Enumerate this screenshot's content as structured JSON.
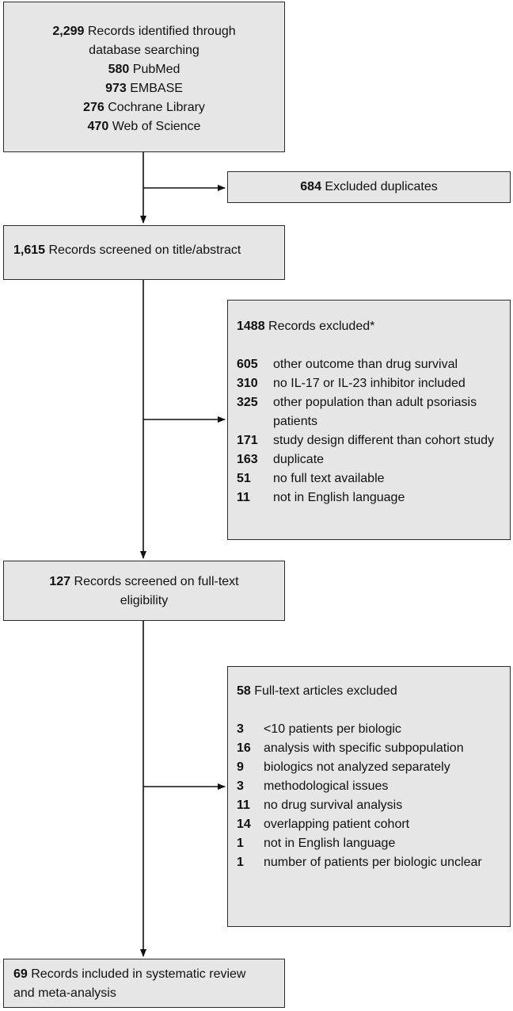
{
  "identification": {
    "count": "2,299",
    "text1": "Records identified through",
    "text2": "database searching",
    "sources": [
      {
        "count": "580",
        "name": "PubMed"
      },
      {
        "count": "973",
        "name": "EMBASE"
      },
      {
        "count": "276",
        "name": "Cochrane Library"
      },
      {
        "count": "470",
        "name": "Web of Science"
      }
    ]
  },
  "duplicates": {
    "count": "684",
    "text": "Excluded duplicates"
  },
  "screening": {
    "count": "1,615",
    "text": "Records screened on title/abstract"
  },
  "excluded_screening": {
    "count": "1488",
    "text": "Records excluded*",
    "reasons": [
      {
        "count": "605",
        "text": "other outcome than drug survival"
      },
      {
        "count": "310",
        "text": "no IL-17 or IL-23 inhibitor included"
      },
      {
        "count": "325",
        "text": "other population than adult psoriasis patients"
      },
      {
        "count": "171",
        "text": "study design different than cohort study"
      },
      {
        "count": "163",
        "text": "duplicate"
      },
      {
        "count": "51",
        "text": "no full text available"
      },
      {
        "count": "11",
        "text": "not in English language"
      }
    ]
  },
  "eligibility": {
    "count": "127",
    "text1": "Records screened on full-text",
    "text2": "eligibility"
  },
  "excluded_fulltext": {
    "count": "58",
    "text": "Full-text articles excluded",
    "reasons": [
      {
        "count": "3",
        "text": "<10 patients per biologic"
      },
      {
        "count": "16",
        "text": "analysis with specific subpopulation"
      },
      {
        "count": "9",
        "text": "biologics not analyzed separately"
      },
      {
        "count": "3",
        "text": "methodological issues"
      },
      {
        "count": "11",
        "text": "no drug survival analysis"
      },
      {
        "count": "14",
        "text": "overlapping patient cohort"
      },
      {
        "count": "1",
        "text": "not in English language"
      },
      {
        "count": "1",
        "text": "number of patients per biologic unclear"
      }
    ]
  },
  "included": {
    "count": "69",
    "text1": "Records included in systematic review",
    "text2": "and meta-analysis"
  }
}
